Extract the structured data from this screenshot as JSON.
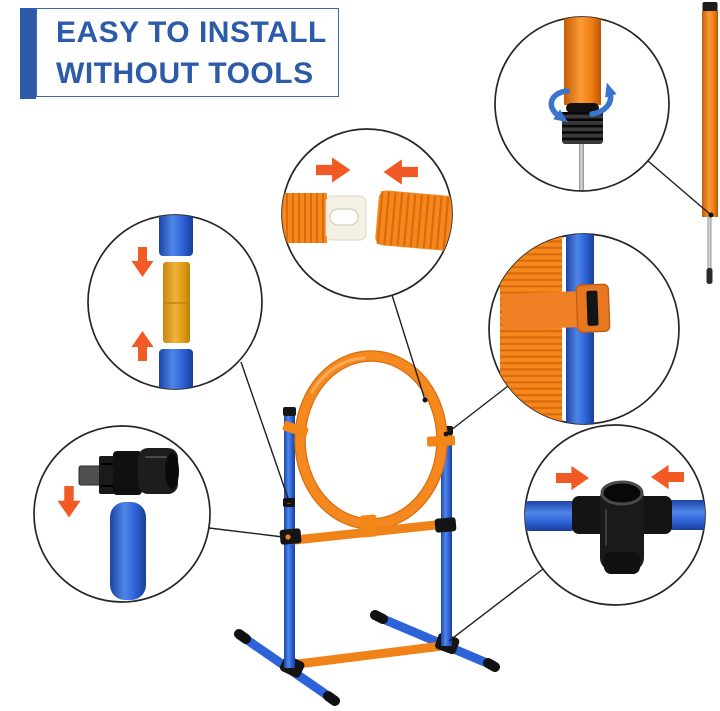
{
  "header": {
    "line1": "EASY TO INSTALL",
    "line2": "WITHOUT TOOLS"
  },
  "colors": {
    "header_text": "#2d5aa9",
    "header_bar": "#2d5aa9",
    "header_border": "#4068b0",
    "pole_blue": "#2e62d8",
    "tube_orange": "#f5871c",
    "tube_orange_dark": "#d96a0e",
    "arrow_orange": "#f15a24",
    "connector_yellow": "#eaa71e",
    "rotation_arrow_blue": "#3a74cf",
    "fitting_black": "#141414",
    "metal_gray": "#b5b5b5",
    "background": "#ffffff"
  },
  "callouts": [
    {
      "name": "pole-section-connector-detail"
    },
    {
      "name": "hoop-tube-connector-detail"
    },
    {
      "name": "ground-stake-screw-detail"
    },
    {
      "name": "hoop-strap-detail"
    },
    {
      "name": "jump-bar-clamp-detail"
    },
    {
      "name": "base-cross-connector-detail"
    }
  ]
}
